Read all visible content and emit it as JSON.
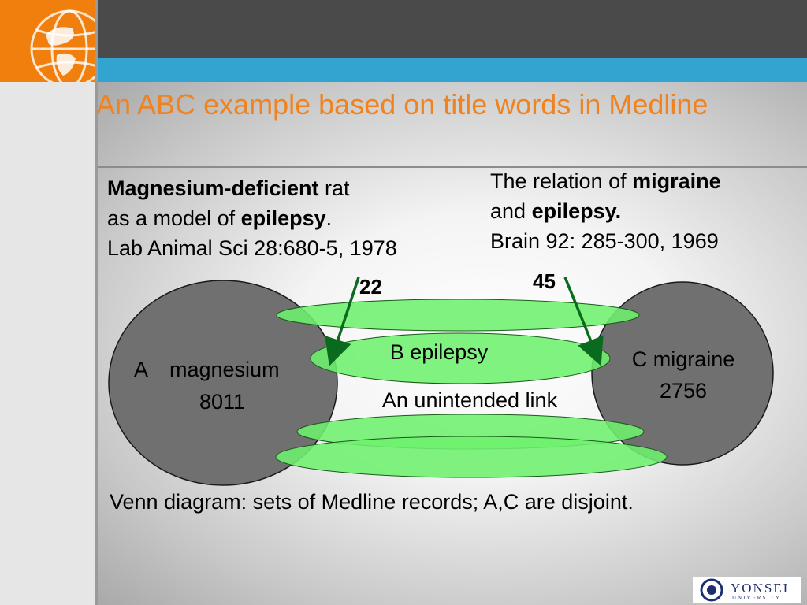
{
  "title": "An ABC example based on title words in Medline",
  "ref_left": {
    "title_bold": "Magnesium-deficient",
    "title_rest": " rat",
    "line2_pre": "as a model of ",
    "line2_bold": "epilepsy",
    "line2_post": ".",
    "citation": "Lab Animal Sci 28:680-5, 1978"
  },
  "ref_right": {
    "line1_pre": "The relation of ",
    "line1_bold": "migraine",
    "line2_pre": "and ",
    "line2_bold": "epilepsy.",
    "citation": "Brain 92: 285-300, 1969"
  },
  "diagram": {
    "set_a": {
      "letter": "A",
      "name": "magnesium",
      "count": "8011"
    },
    "set_b": {
      "label": "B epilepsy"
    },
    "set_c": {
      "label": "C migraine",
      "count": "2756"
    },
    "count_ab": "22",
    "count_bc": "45",
    "unintended_link": "An unintended link"
  },
  "caption": "Venn diagram: sets of Medline records; A,C are disjoint.",
  "logo": {
    "name": "YONSEI",
    "sub": "UNIVERSITY"
  },
  "colors": {
    "title": "#f07f0e",
    "header_dark": "#4a4a4a",
    "header_blue": "#33a3cf",
    "set_circle": "#707070",
    "link_ellipse": "#6ef06e",
    "arrow": "#0a6b1e"
  }
}
